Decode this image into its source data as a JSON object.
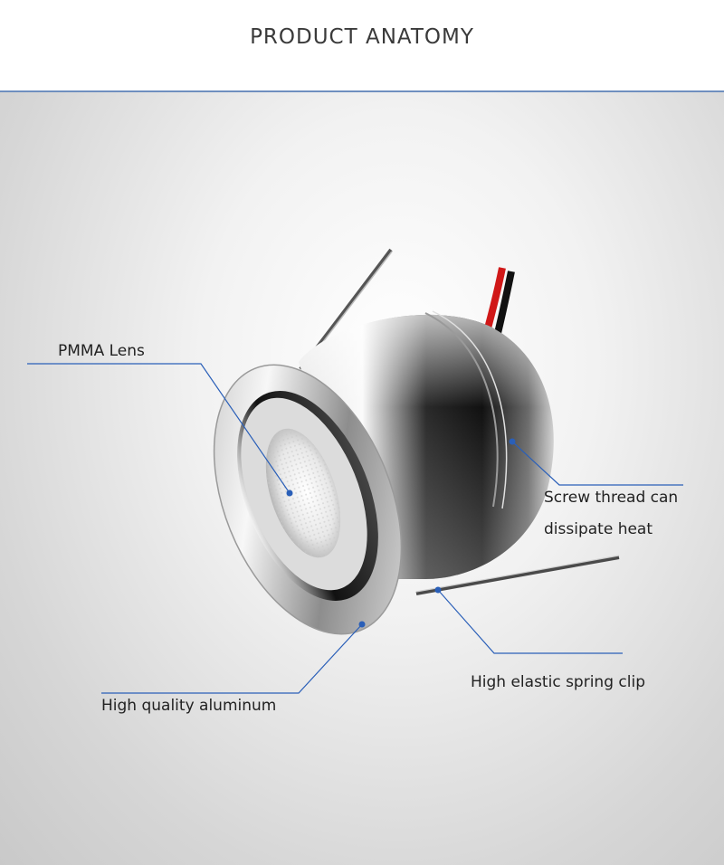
{
  "header": {
    "title": "PRODUCT  ANATOMY"
  },
  "callouts": {
    "lens": "PMMA Lens",
    "screw_line1": "Screw thread can",
    "screw_line2": "dissipate heat",
    "spring": "High elastic spring clip",
    "aluminum": "High quality aluminum"
  },
  "colors": {
    "callout_line": "#2a5fb8",
    "header_rule": "#6f8fbf",
    "wire_red": "#d01818",
    "wire_black": "#111111"
  }
}
